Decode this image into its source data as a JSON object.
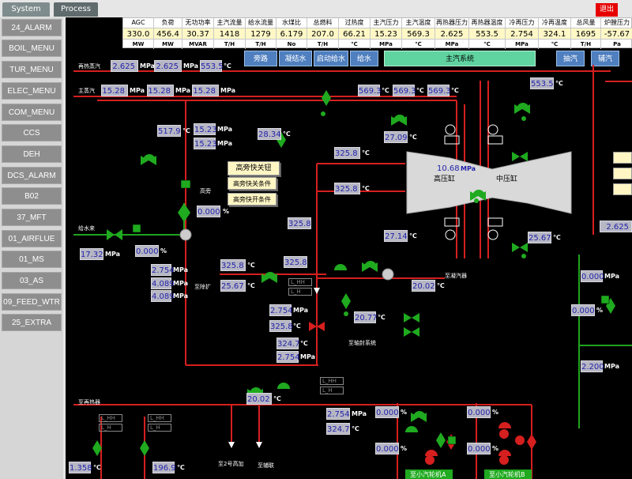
{
  "tabs": [
    {
      "label": "System",
      "active": true
    },
    {
      "label": "Process",
      "active": false
    }
  ],
  "exit_label": "退出",
  "sidebar": [
    "24_ALARM",
    "BOIL_MENU",
    "TUR_MENU",
    "ELEC_MENU",
    "COM_MENU",
    "CCS",
    "DEH",
    "DCS_ALARM",
    "B02",
    "37_MFT",
    "01_AIRFLUE",
    "01_MS",
    "03_AS",
    "09_FEED_WTR",
    "25_EXTRA"
  ],
  "stats": [
    {
      "name": "AGC",
      "value": "330.0",
      "unit": "MW"
    },
    {
      "name": "负荷",
      "value": "456.4",
      "unit": "MW"
    },
    {
      "name": "无功功率",
      "value": "30.37",
      "unit": "MVAR"
    },
    {
      "name": "主汽流量",
      "value": "1418",
      "unit": "T/H"
    },
    {
      "name": "给水流量",
      "value": "1279",
      "unit": "T/H"
    },
    {
      "name": "水煤比",
      "value": "6.179",
      "unit": "No"
    },
    {
      "name": "总燃料",
      "value": "207.0",
      "unit": "T/H"
    },
    {
      "name": "过热度",
      "value": "66.21",
      "unit": "℃"
    },
    {
      "name": "主汽压力",
      "value": "15.23",
      "unit": "MPa"
    },
    {
      "name": "主汽温度",
      "value": "569.3",
      "unit": "℃"
    },
    {
      "name": "再热器压力",
      "value": "2.625",
      "unit": "MPa"
    },
    {
      "name": "再热器温度",
      "value": "553.5",
      "unit": "℃"
    },
    {
      "name": "冷再压力",
      "value": "2.754",
      "unit": "MPa"
    },
    {
      "name": "冷再温度",
      "value": "324.1",
      "unit": "℃"
    },
    {
      "name": "总风量",
      "value": "1695",
      "unit": "T/H"
    },
    {
      "name": "炉膛压力",
      "value": "-57.67",
      "unit": "Pa"
    }
  ],
  "nav": [
    "旁路",
    "凝结水",
    "启动给水",
    "给水",
    "主汽系统",
    "抽汽",
    "辅汽"
  ],
  "labels": {
    "reheat_steam": "再热蒸汽",
    "main_steam": "主蒸汽",
    "hp_bypass": "高旁",
    "feed_water": "给水来",
    "to_deaerator": "至除扩",
    "to_condenser": "至凝汽器",
    "to_shaft_seal": "至轴封系统",
    "to_reheater": "至再热器",
    "to_no2_heater": "至2号高加",
    "to_aux": "至辅联",
    "hp_cyl": "高压缸",
    "ip_cyl": "中压缸",
    "turbine_mpa": "MPa",
    "small_turbine_a": "至小汽轮机A",
    "small_turbine_b": "至小汽轮机B"
  },
  "controls": {
    "hp_bypass_quick_close": "高旁快关钮",
    "hp_bypass_quick_close_cond": "高旁快关条件",
    "hp_bypass_quick_open_cond": "高旁快开条件"
  },
  "limits": {
    "hh": "L_HH",
    "h": "L_H"
  },
  "values": {
    "rh_p1": "2.625",
    "rh_p2": "2.625",
    "rh_t1": "553.5",
    "ms_p1": "15.28",
    "ms_p2": "15.28",
    "ms_p3": "15.28",
    "ms_t1": "569.3",
    "ms_t2": "569.3",
    "ms_t3": "569.3",
    "rh_t2": "553.5",
    "byp_t": "517.9",
    "byp_p1": "15.23",
    "byp_p2": "15.23",
    "t_28": "28.34",
    "t_27a": "27.09",
    "t_325a": "325.8",
    "t_325b": "325.8",
    "t_325c": "325.8",
    "turb_p": "10.68",
    "byp_pct": "0.000",
    "fw_p": "17.32",
    "fw_pct": "0.000",
    "mid_p1": "2.754",
    "mid_t1": "4.089",
    "mid_t2": "4.089",
    "mid_t3": "325.8",
    "mid_t4": "25.67",
    "t_325d": "325.8",
    "t_27b": "27.14",
    "t_25": "25.67",
    "cond_t": "20.02",
    "v_p": "2.754",
    "v_t": "325.8",
    "v_t2": "324.7",
    "v_p2": "2.754",
    "t_2077": "20.77",
    "rhtr_t": "20.02",
    "sm_p1": "2.754",
    "sm_t1": "324.7",
    "sm_a1": "0.000",
    "sm_a2": "0.000",
    "sm_b1": "0.000",
    "sm_b2": "0.000",
    "right_p1": "0.000",
    "right_p2": "0.000",
    "right_p3": "2.200",
    "right_top": "2.625",
    "bot_1": "1.358",
    "bot_2": "196.9"
  },
  "units": {
    "mpa": "MPa",
    "c": "℃",
    "pct": "%"
  }
}
